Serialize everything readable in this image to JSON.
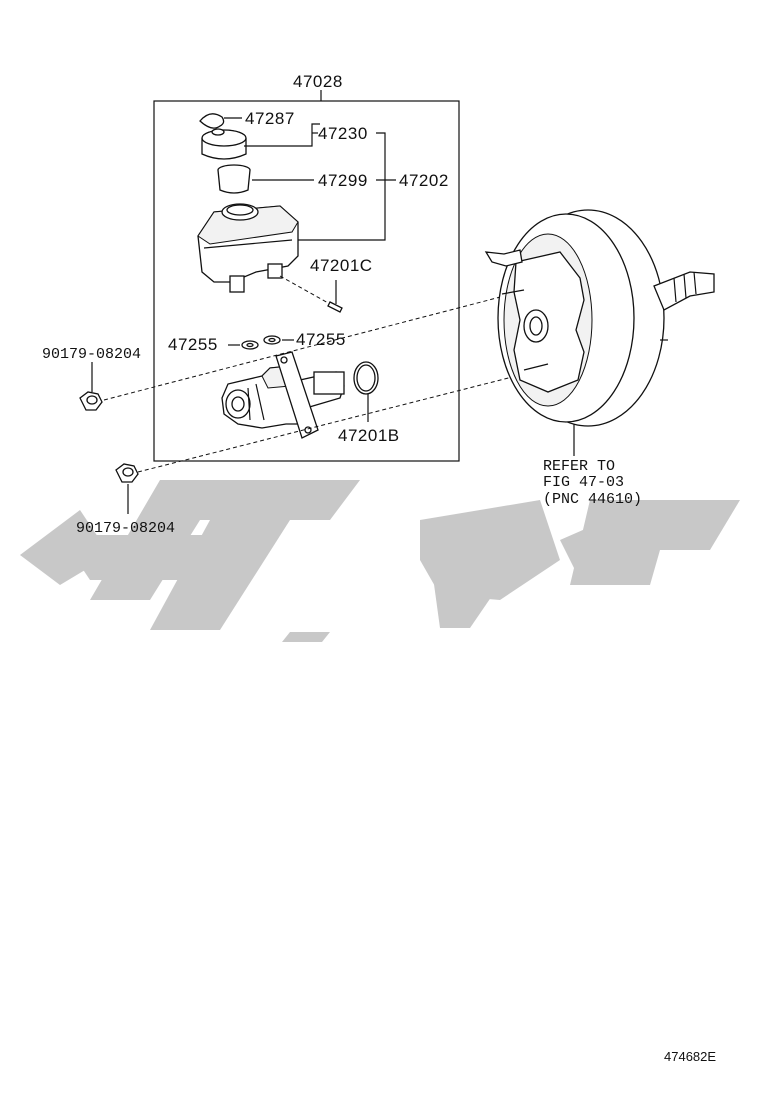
{
  "assembly_label": "47028",
  "parts": {
    "p47287": "47287",
    "p47230": "47230",
    "p47299": "47299",
    "p47202": "47202",
    "p47201C": "47201C",
    "p47255a": "47255",
    "p47255b": "47255",
    "p47201B": "47201B",
    "nut_upper": "90179-08204",
    "nut_lower": "90179-08204"
  },
  "refer_note": {
    "line1": "REFER TO",
    "line2": "FIG 47-03",
    "line3": "(PNC 44610)"
  },
  "figure_code": "474682E",
  "colors": {
    "line": "#111111",
    "watermark": "#c8c8c8",
    "background": "#ffffff"
  }
}
